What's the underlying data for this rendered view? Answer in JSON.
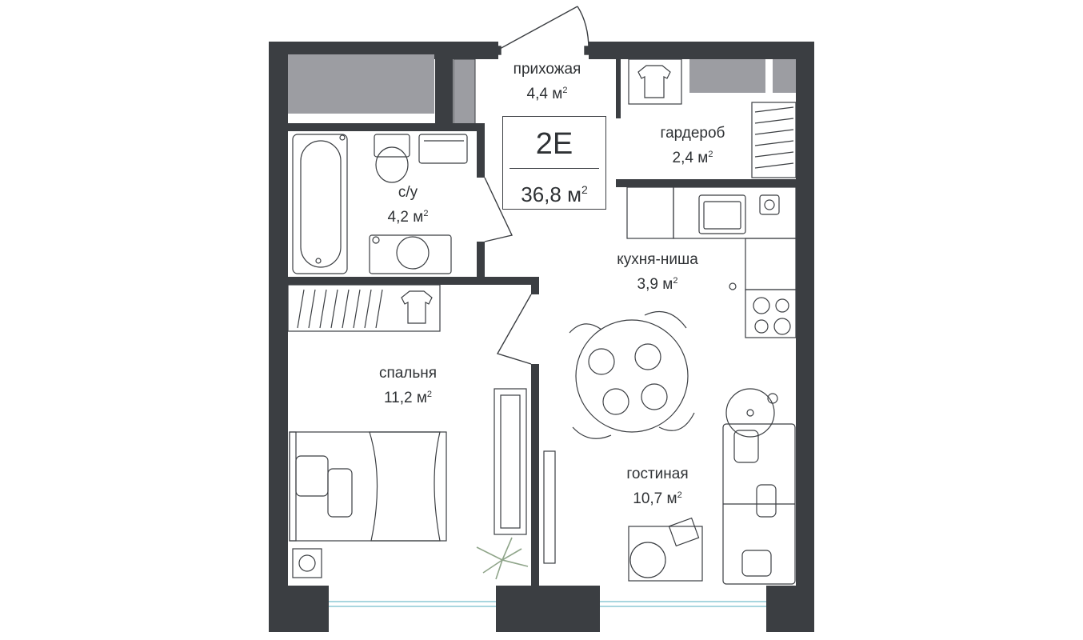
{
  "apartment": {
    "code": "2E",
    "total_area": "36,8 м",
    "area_unit_power": "2"
  },
  "rooms": [
    {
      "id": "hall",
      "name": "прихожая",
      "area": "4,4 м"
    },
    {
      "id": "bathroom",
      "name": "с/у",
      "area": "4,2 м"
    },
    {
      "id": "wardrobe",
      "name": "гардероб",
      "area": "2,4 м"
    },
    {
      "id": "kitchen",
      "name": "кухня-ниша",
      "area": "3,9 м"
    },
    {
      "id": "bedroom",
      "name": "спальня",
      "area": "11,2 м"
    },
    {
      "id": "living",
      "name": "гостиная",
      "area": "10,7 м"
    }
  ],
  "colors": {
    "wall": "#3b3e42",
    "wall_fill": "#9c9da2",
    "line": "#3b3e42",
    "window": "#a9d6df",
    "plant": "#8fa58a"
  }
}
